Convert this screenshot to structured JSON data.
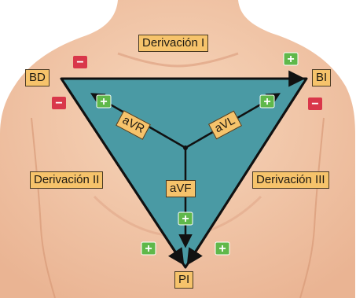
{
  "labels": {
    "lead_i": "Derivación I",
    "lead_ii": "Derivación II",
    "lead_iii": "Derivación III",
    "avr": "aVR",
    "avl": "aVL",
    "avf": "aVF",
    "bd": "BD",
    "bi": "BI",
    "pi": "PI"
  },
  "signs": {
    "plus": "+",
    "minus": "−"
  },
  "colors": {
    "skin": "#f4c9a8",
    "skin_shade": "#e3a985",
    "triangle_fill": "#4a9aa4",
    "triangle_stroke": "#111111",
    "label_fill": "#f6c36b",
    "plus_box": "#5fb84a",
    "minus_box": "#d9374a"
  }
}
